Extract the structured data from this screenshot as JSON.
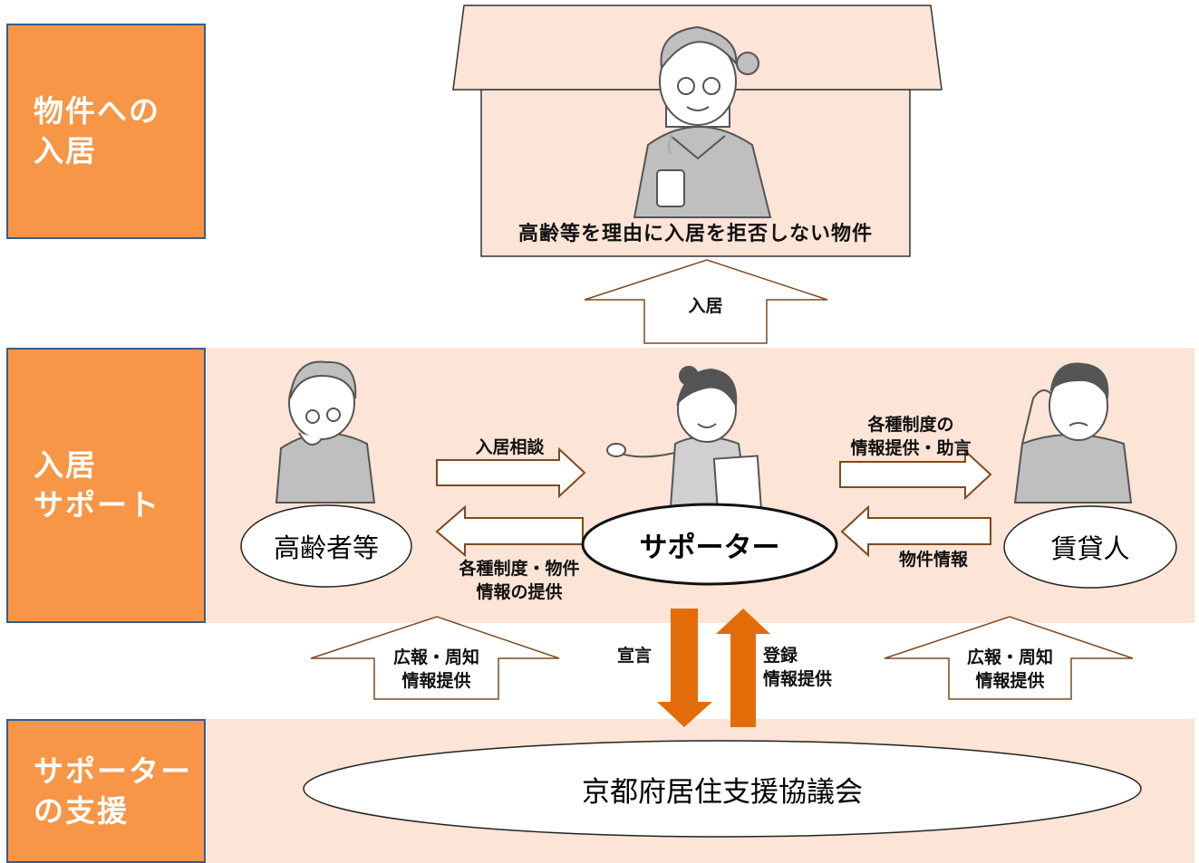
{
  "side_labels": {
    "move_in": "物件への\n入居",
    "support": "入居\nサポート",
    "supporter_support": "サポーター\nの支援"
  },
  "house": {
    "caption": "高齢等を理由に入居を拒否しない物件"
  },
  "arrows": {
    "move_in": "入居",
    "consult": "入居相談",
    "provide_info_left": "各種制度・物件\n情報の提供",
    "advice_right": "各種制度の\n情報提供・助言",
    "property_info": "物件情報",
    "pr_left": "広報・周知\n情報提供",
    "pr_right": "広報・周知\n情報提供",
    "declare": "宣言",
    "register": "登録\n情報提供"
  },
  "nodes": {
    "elderly": "高齢者等",
    "supporter": "サポーター",
    "landlord": "賃貸人",
    "council": "京都府居住支援協議会"
  },
  "colors": {
    "orange": "#f79646",
    "band": "#fce4d6",
    "border_blue": "#3b5a8a",
    "arrow_brown": "#7f4a1c",
    "solid_arrow": "#e36c09"
  }
}
